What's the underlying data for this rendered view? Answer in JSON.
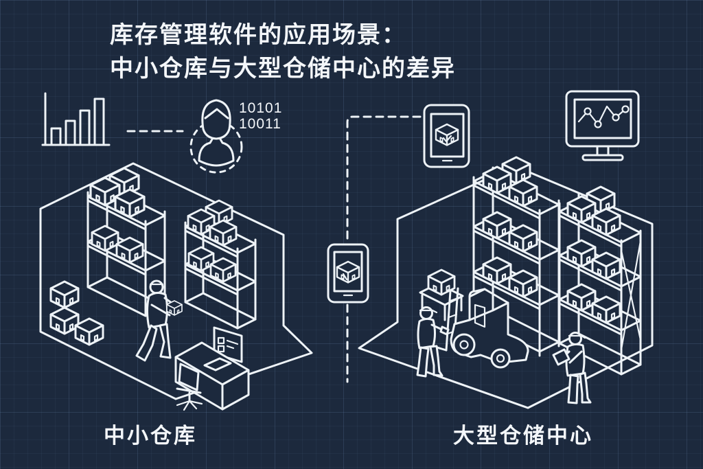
{
  "title": {
    "line1": "库存管理软件的应用场景：",
    "line2": "中小仓库与大型仓储中心的差异"
  },
  "binary": {
    "line1": "10101",
    "line2": "10011"
  },
  "scenes": {
    "left": {
      "label": "中小仓库"
    },
    "right": {
      "label": "大型仓储中心"
    }
  },
  "icons": {
    "top_left": "bar-chart-icon",
    "top_center_left": "user-avatar-in-dashed-circle-icon",
    "top_center_right": "tablet-with-box-check-icon",
    "top_right": "monitor-line-chart-icon",
    "center": "tablet-with-box-icon",
    "left_scene": [
      "shelf-rack",
      "shelf-rack",
      "floor-box-stack",
      "worker-carrying-box",
      "desk-with-computer",
      "office-chair"
    ],
    "right_scene": [
      "pallet-rack",
      "pallet-rack",
      "box-on-platform",
      "forklift",
      "worker-standing",
      "worker-with-clipboard"
    ]
  },
  "colors": {
    "background": "#1c293d",
    "grid_line": "#2e405c",
    "stroke": "#eef3f7",
    "text": "#f4f7fa"
  }
}
